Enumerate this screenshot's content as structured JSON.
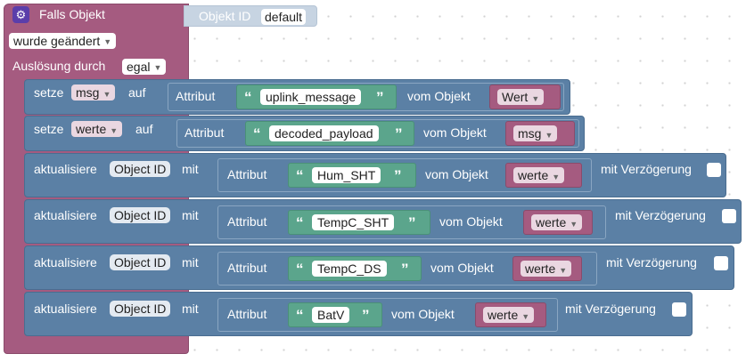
{
  "trigger": {
    "title": "Falls Objekt",
    "object_id_label": "Objekt ID",
    "object_id_value": "default",
    "change_option": "wurde geändert",
    "trigger_by_label": "Auslösung durch",
    "trigger_by_value": "egal"
  },
  "set_rows": [
    {
      "set_label": "setze",
      "var": "msg",
      "to_label": "auf",
      "attr_label": "Attribut",
      "attr_value": "uplink_message",
      "from_label": "vom Objekt",
      "from_var": "Wert"
    },
    {
      "set_label": "setze",
      "var": "werte",
      "to_label": "auf",
      "attr_label": "Attribut",
      "attr_value": "decoded_payload",
      "from_label": "vom Objekt",
      "from_var": "msg"
    }
  ],
  "update_rows": [
    {
      "update_label": "aktualisiere",
      "object_id": "Object ID",
      "with_label": "mit",
      "attr_label": "Attribut",
      "attr_value": "Hum_SHT",
      "from_label": "vom Objekt",
      "from_var": "werte",
      "delay_label": "mit Verzögerung"
    },
    {
      "update_label": "aktualisiere",
      "object_id": "Object ID",
      "with_label": "mit",
      "attr_label": "Attribut",
      "attr_value": "TempC_SHT",
      "from_label": "vom Objekt",
      "from_var": "werte",
      "delay_label": "mit Verzögerung"
    },
    {
      "update_label": "aktualisiere",
      "object_id": "Object ID",
      "with_label": "mit",
      "attr_label": "Attribut",
      "attr_value": "TempC_DS",
      "from_label": "vom Objekt",
      "from_var": "werte",
      "delay_label": "mit Verzögerung"
    },
    {
      "update_label": "aktualisiere",
      "object_id": "Object ID",
      "with_label": "mit",
      "attr_label": "Attribut",
      "attr_value": "BatV",
      "from_label": "vom Objekt",
      "from_var": "werte",
      "delay_label": "mit Verzögerung"
    }
  ],
  "icons": {
    "quote_open": "“",
    "quote_close": "”",
    "gear": "⚙",
    "caret": "▼"
  },
  "colors": {
    "event": "#a55b80",
    "statement": "#5b80a5",
    "string": "#5ba58c",
    "accent_gear": "#5b3eaa"
  }
}
